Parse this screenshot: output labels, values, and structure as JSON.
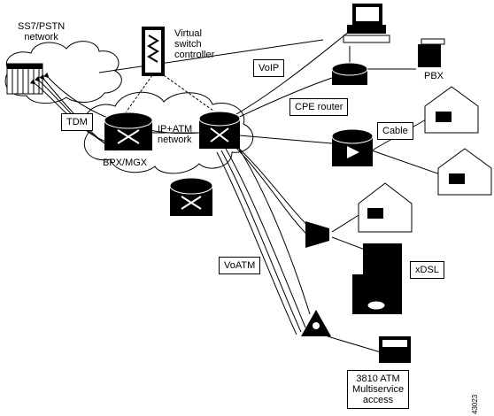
{
  "labels": {
    "ss7_network": "SS7/PSTN\nnetwork",
    "vsc": "Virtual\nswitch\ncontroller",
    "voip": "VoIP",
    "pbx": "PBX",
    "cpe_router": "CPE router",
    "tdm": "TDM",
    "ip_atm": "IP+ATM\nnetwork",
    "bpx_mgx": "BPX/MGX",
    "cable": "Cable",
    "xdsl": "xDSL",
    "voatm": "VoATM",
    "atm3810": "3810 ATM\nMultiservice\naccess",
    "figure_id": "43023"
  }
}
